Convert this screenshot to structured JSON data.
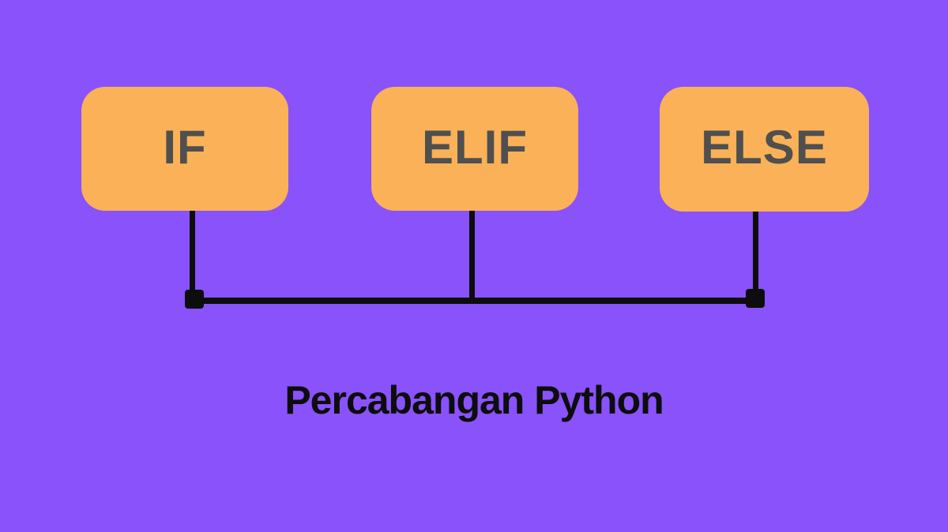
{
  "diagram": {
    "title": "Percabangan Python",
    "nodes": [
      {
        "id": "if",
        "label": "IF"
      },
      {
        "id": "elif",
        "label": "ELIF"
      },
      {
        "id": "else",
        "label": "ELSE"
      }
    ],
    "connector": {
      "type": "tree",
      "description": "vertical line from each node joining a horizontal bar with square end caps at left and right"
    },
    "colors": {
      "background": "#8952FA",
      "node_fill": "#FAB157",
      "node_text": "#4F4F4F",
      "line": "#0D0D0D",
      "title_text": "#0D0D0D"
    }
  }
}
